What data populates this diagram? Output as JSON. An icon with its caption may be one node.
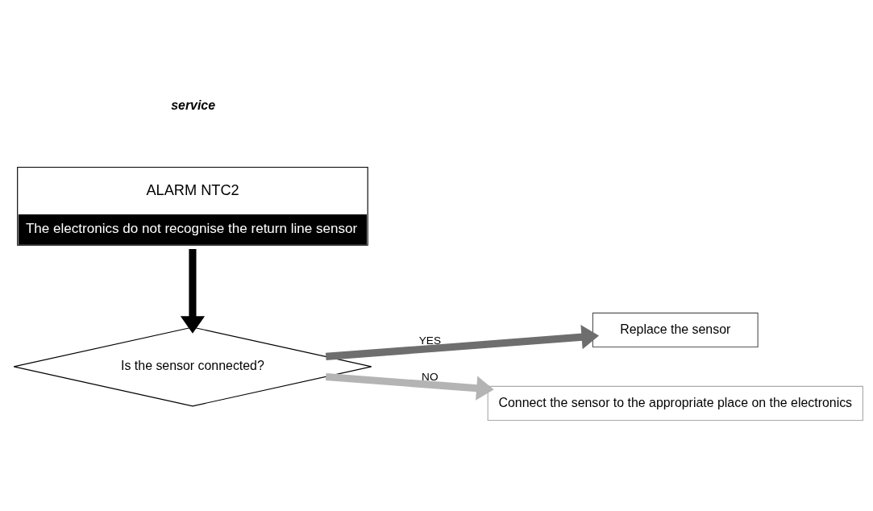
{
  "diagram": {
    "nodes": [
      {
        "text": [
          "ALARM NTC2",
          "The electronics do not recognise the return line sensor"
        ]
      },
      {
        "text": [
          "Is the sensor connected?"
        ]
      },
      {
        "text": [
          "Replace the sensor"
        ]
      },
      {
        "text": [
          "Connect the sensor to the appropriate place on the electronics"
        ]
      }
    ],
    "edges": [
      {
        "from": 0,
        "to": 1,
        "arrow": "to",
        "color": "#000000"
      },
      {
        "from": 1,
        "to": 2,
        "arrow": "to",
        "label": "YES",
        "color": "#6e6e6e"
      },
      {
        "from": 1,
        "to": 3,
        "arrow": "to",
        "label": "NO",
        "color": "#b4b4b4"
      }
    ],
    "labels": [
      "service"
    ]
  }
}
